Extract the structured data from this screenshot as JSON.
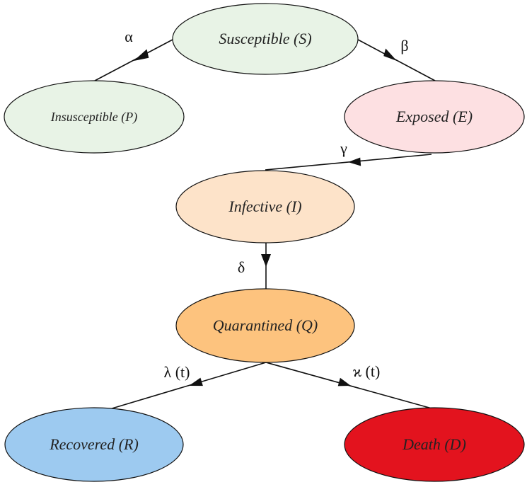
{
  "nodes": {
    "susceptible": {
      "label": "Susceptible (S)",
      "fill": "#e8f3e6"
    },
    "insusceptible": {
      "label": "Insusceptible (P)",
      "fill": "#e8f3e6"
    },
    "exposed": {
      "label": "Exposed (E)",
      "fill": "#fde0e2"
    },
    "infective": {
      "label": "Infective (I)",
      "fill": "#fde3c9"
    },
    "quarantined": {
      "label": "Quarantined (Q)",
      "fill": "#fdc37e"
    },
    "recovered": {
      "label": "Recovered (R)",
      "fill": "#9dcaf0"
    },
    "death": {
      "label": "Death (D)",
      "fill": "#e3131e"
    }
  },
  "edges": {
    "alpha": {
      "label": "α",
      "from": "susceptible",
      "to": "insusceptible"
    },
    "beta": {
      "label": "β",
      "from": "susceptible",
      "to": "exposed"
    },
    "gamma": {
      "label": "γ",
      "from": "exposed",
      "to": "infective"
    },
    "delta": {
      "label": "δ",
      "from": "infective",
      "to": "quarantined"
    },
    "lambda": {
      "label": "λ (t)",
      "from": "quarantined",
      "to": "recovered"
    },
    "kappa": {
      "label": "ϰ (t)",
      "from": "quarantined",
      "to": "death"
    }
  },
  "colors": {
    "line": "#111111",
    "text": "#222222"
  }
}
